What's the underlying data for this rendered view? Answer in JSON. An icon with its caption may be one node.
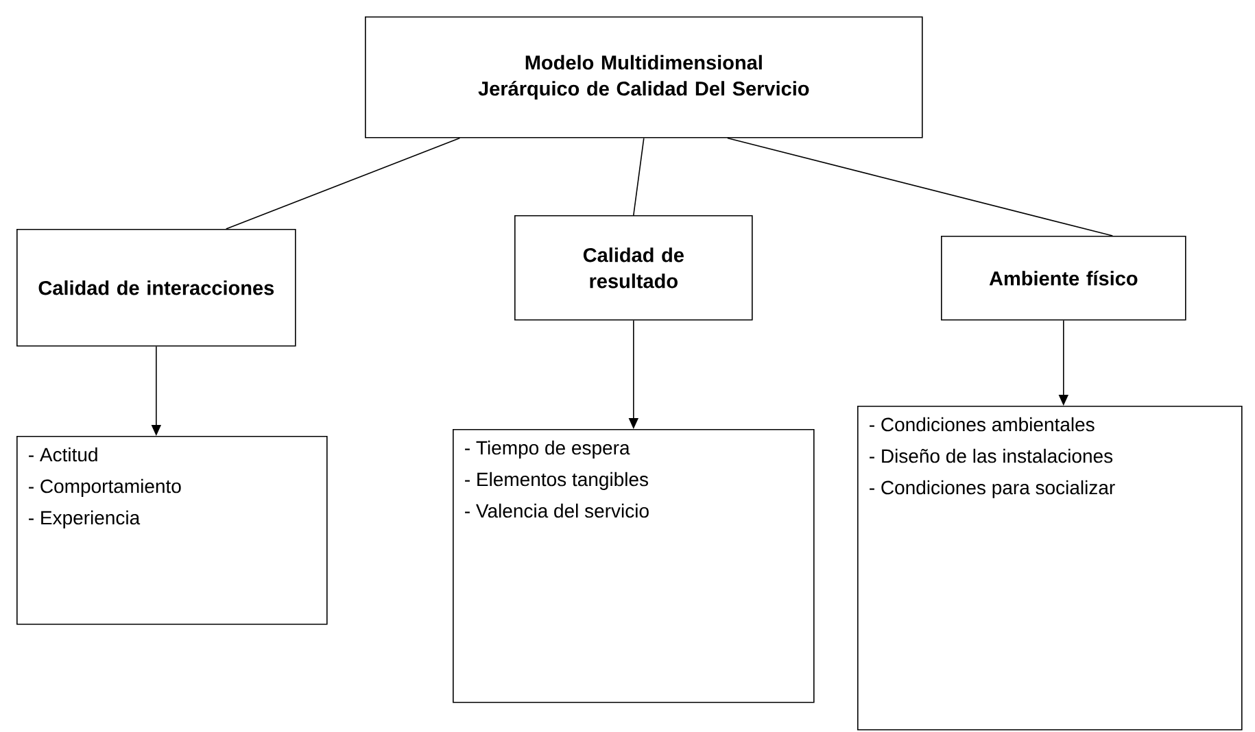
{
  "diagram": {
    "nodes": [
      {
        "text": [
          "Modelo Multidimensional Jerárquico de Calidad Del Servicio"
        ]
      },
      {
        "text": [
          "Calidad de interacciones"
        ]
      },
      {
        "text": [
          "Calidad de resultado"
        ]
      },
      {
        "text": [
          "Ambiente físico"
        ]
      },
      {
        "text": [
          "- Actitud",
          "- Comportamiento",
          "- Experiencia"
        ]
      },
      {
        "text": [
          "- Tiempo de espera",
          "- Elementos tangibles",
          "- Valencia del servicio"
        ]
      },
      {
        "text": [
          "- Condiciones ambientales",
          "- Diseño de las instalaciones",
          "- Condiciones para socializar"
        ]
      }
    ],
    "edges": [
      {
        "from": 0,
        "to": 1,
        "arrow": "none"
      },
      {
        "from": 0,
        "to": 2,
        "arrow": "none"
      },
      {
        "from": 0,
        "to": 3,
        "arrow": "none"
      },
      {
        "from": 1,
        "to": 4,
        "arrow": "to"
      },
      {
        "from": 2,
        "to": 5,
        "arrow": "to"
      },
      {
        "from": 3,
        "to": 6,
        "arrow": "to"
      }
    ]
  }
}
